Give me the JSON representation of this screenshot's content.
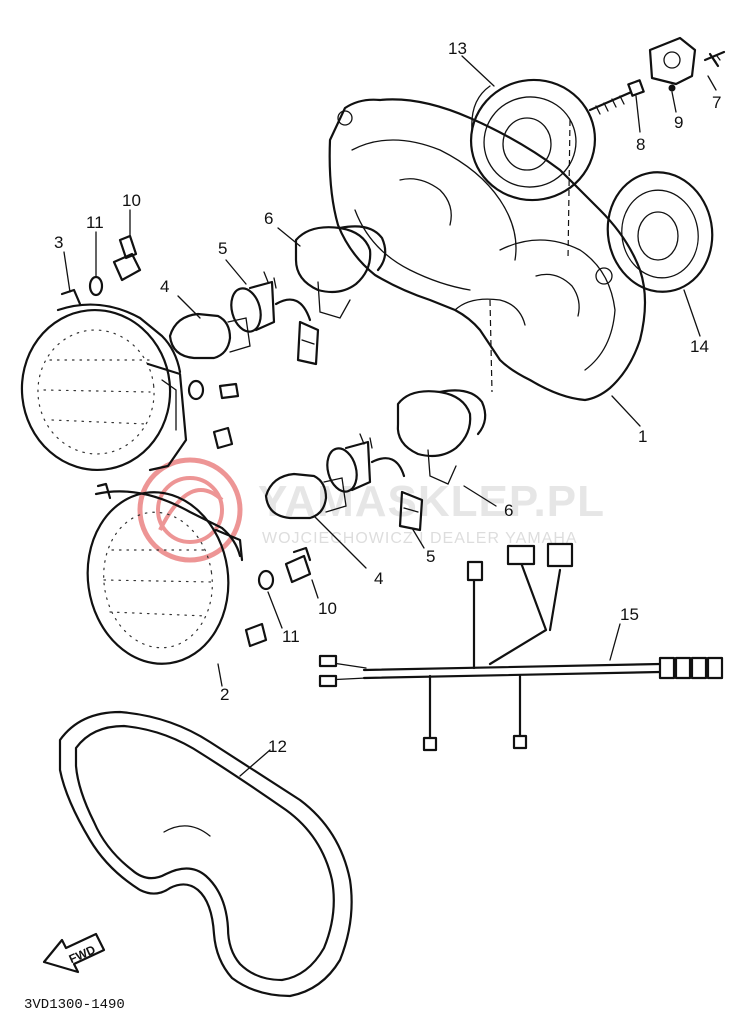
{
  "watermark": {
    "brand": "YAMASKLEP.PL",
    "tagline": "WOJCIECHOWICZ I DEALER YAMAHA",
    "accent_color": "#e04040"
  },
  "callouts": {
    "c1": "1",
    "c2": "2",
    "c3": "3",
    "c4a": "4",
    "c4b": "4",
    "c5a": "5",
    "c5b": "5",
    "c6a": "6",
    "c6b": "6",
    "c7": "7",
    "c8": "8",
    "c9": "9",
    "c10a": "10",
    "c10b": "10",
    "c11a": "11",
    "c11b": "11",
    "c12": "12",
    "c13": "13",
    "c14": "14",
    "c15": "15"
  },
  "direction_label": "FWD",
  "figure_code": "3VD1300-1490"
}
